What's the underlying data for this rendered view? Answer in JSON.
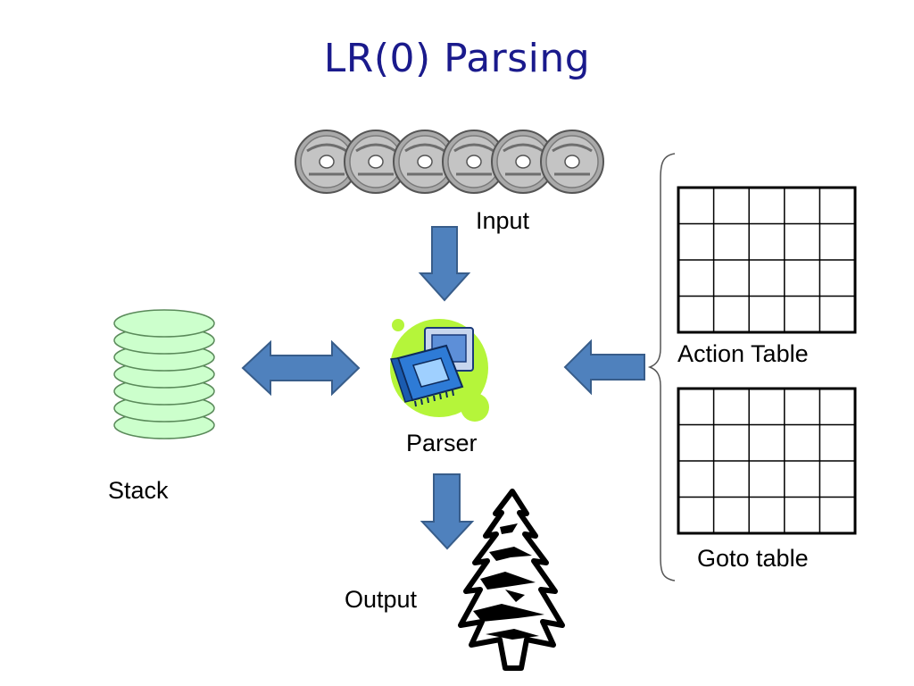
{
  "title": "LR(0) Parsing",
  "labels": {
    "input": "Input",
    "parser": "Parser",
    "stack": "Stack",
    "output": "Output",
    "action_table": "Action Table",
    "goto_table": "Goto table"
  },
  "colors": {
    "title": "#1a1a8c",
    "arrow_fill": "#4f81bd",
    "arrow_stroke": "#385d8a",
    "stack_fill": "#ccffcc",
    "stack_stroke": "#5a8a5a",
    "chip_blob": "#b5f53a",
    "chip_blue": "#2e7bd6"
  },
  "icons": {
    "input": "coins-icon",
    "parser": "cpu-chip-icon",
    "output": "tree-icon",
    "stack": "stack-disks-icon"
  },
  "stack": {
    "disk_count": 7
  },
  "input_coins": {
    "count": 6
  },
  "tables": {
    "action": {
      "rows": 4,
      "cols": 5
    },
    "goto": {
      "rows": 4,
      "cols": 5
    }
  }
}
